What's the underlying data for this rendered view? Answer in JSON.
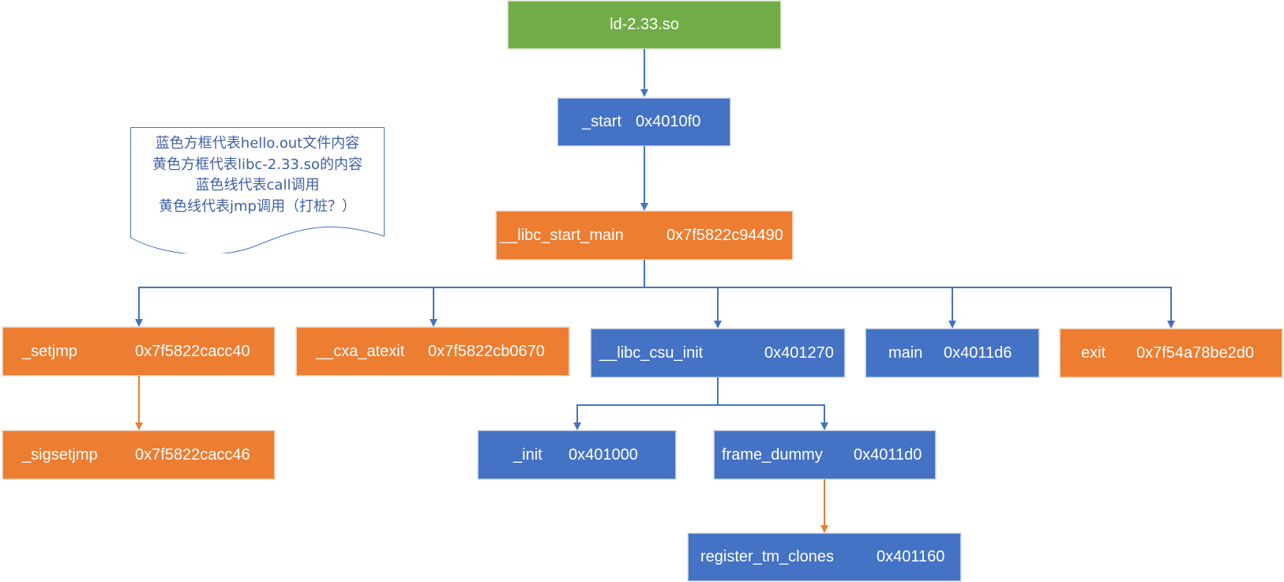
{
  "colors": {
    "green": "#70ad47",
    "blue": "#4472c4",
    "orange": "#ed7d31",
    "call_line": "#4472c4",
    "jmp_line": "#ed7d31"
  },
  "legend": {
    "line1": "蓝色方框代表hello.out文件内容",
    "line2": "黄色方框代表libc-2.33.so的内容",
    "line3": "蓝色线代表call调用",
    "line4": "黄色线代表jmp调用（打桩？）"
  },
  "nodes": {
    "ld": {
      "label": "ld-2.33.so"
    },
    "start": {
      "name": "_start",
      "addr": "0x4010f0"
    },
    "libc_start_main": {
      "name": "__libc_start_main",
      "addr": "0x7f5822c94490"
    },
    "setjmp": {
      "name": "_setjmp",
      "addr": "0x7f5822cacc40"
    },
    "cxa_atexit": {
      "name": "__cxa_atexit",
      "addr": "0x7f5822cb0670"
    },
    "libc_csu_init": {
      "name": "__libc_csu_init",
      "addr": "0x401270"
    },
    "main": {
      "name": "main",
      "addr": "0x4011d6"
    },
    "exit": {
      "name": "exit",
      "addr": "0x7f54a78be2d0"
    },
    "sigsetjmp": {
      "name": "_sigsetjmp",
      "addr": "0x7f5822cacc46"
    },
    "init": {
      "name": "_init",
      "addr": "0x401000"
    },
    "frame_dummy": {
      "name": "frame_dummy",
      "addr": "0x4011d0"
    },
    "register_tm_clones": {
      "name": "register_tm_clones",
      "addr": "0x401160"
    }
  },
  "edges": [
    {
      "from": "ld",
      "to": "start",
      "kind": "call"
    },
    {
      "from": "start",
      "to": "libc_start_main",
      "kind": "call"
    },
    {
      "from": "libc_start_main",
      "to": "setjmp",
      "kind": "call"
    },
    {
      "from": "libc_start_main",
      "to": "cxa_atexit",
      "kind": "call"
    },
    {
      "from": "libc_start_main",
      "to": "libc_csu_init",
      "kind": "call"
    },
    {
      "from": "libc_start_main",
      "to": "main",
      "kind": "call"
    },
    {
      "from": "libc_start_main",
      "to": "exit",
      "kind": "call"
    },
    {
      "from": "setjmp",
      "to": "sigsetjmp",
      "kind": "jmp"
    },
    {
      "from": "libc_csu_init",
      "to": "init",
      "kind": "call"
    },
    {
      "from": "libc_csu_init",
      "to": "frame_dummy",
      "kind": "call"
    },
    {
      "from": "frame_dummy",
      "to": "register_tm_clones",
      "kind": "jmp"
    }
  ]
}
